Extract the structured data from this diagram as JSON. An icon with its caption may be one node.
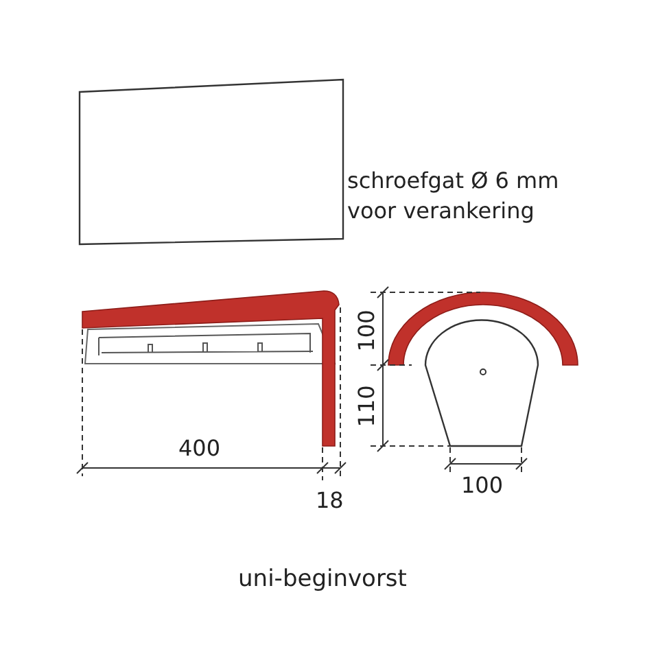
{
  "diagram": {
    "caption": "uni-beginvorst",
    "labels": [
      "schroefgat Ø 6 mm voor verankering",
      "400",
      "18",
      "100",
      "110",
      "100"
    ]
  }
}
